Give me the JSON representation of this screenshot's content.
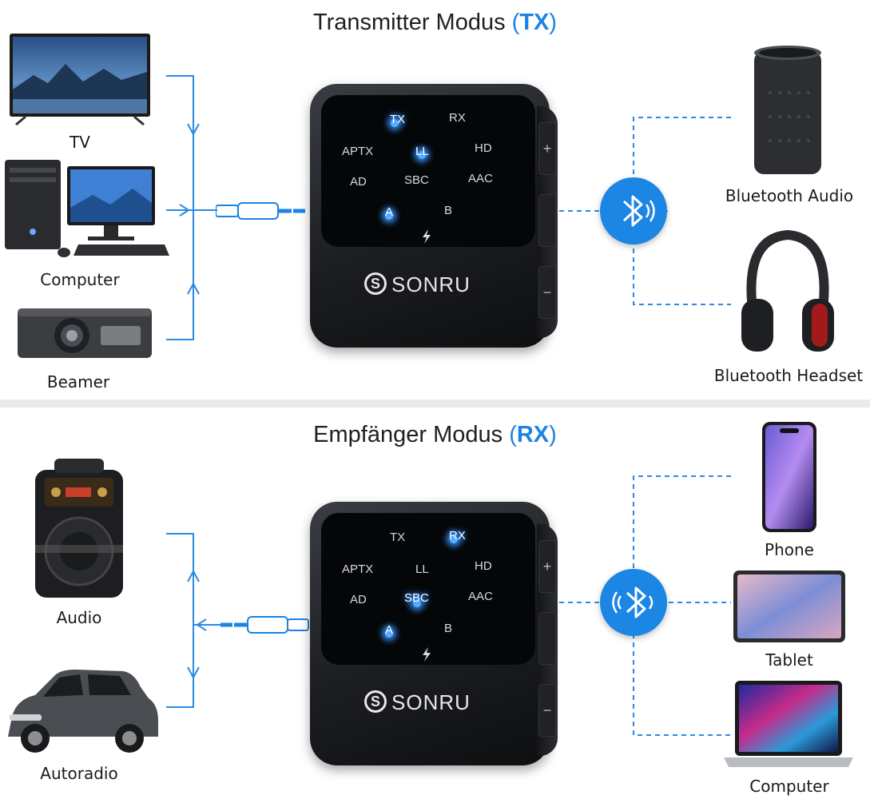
{
  "tx": {
    "title_prefix": "Transmitter Modus ",
    "title_open": "(",
    "title_code": "TX",
    "title_close": ")",
    "sources": [
      "TV",
      "Computer",
      "Beamer"
    ],
    "outputs": [
      "Bluetooth Audio",
      "Bluetooth Headset"
    ]
  },
  "rx": {
    "title_prefix": "Empfänger Modus ",
    "title_open": "(",
    "title_code": "RX",
    "title_close": ")",
    "sources": [
      "Audio",
      "Autoradio"
    ],
    "outputs": [
      "Phone",
      "Tablet",
      "Computer"
    ]
  },
  "device": {
    "brand": "SONRU",
    "screen": {
      "tx": "TX",
      "rx": "RX",
      "aptx": "APTX",
      "ll": "LL",
      "hd": "HD",
      "ad": "AD",
      "sbc": "SBC",
      "aac": "AAC",
      "a": "A",
      "b": "B"
    },
    "side_plus": "+",
    "side_minus": "−"
  },
  "colors": {
    "accent": "#1c83e2",
    "line": "#2a8ae6",
    "device": "#1b1d20"
  },
  "icons": [
    "bluetooth-icon",
    "audio-jack-icon",
    "tv-icon",
    "computer-icon",
    "projector-icon",
    "speaker-icon",
    "headphones-icon",
    "party-speaker-icon",
    "car-icon",
    "phone-icon",
    "tablet-icon",
    "laptop-icon"
  ]
}
